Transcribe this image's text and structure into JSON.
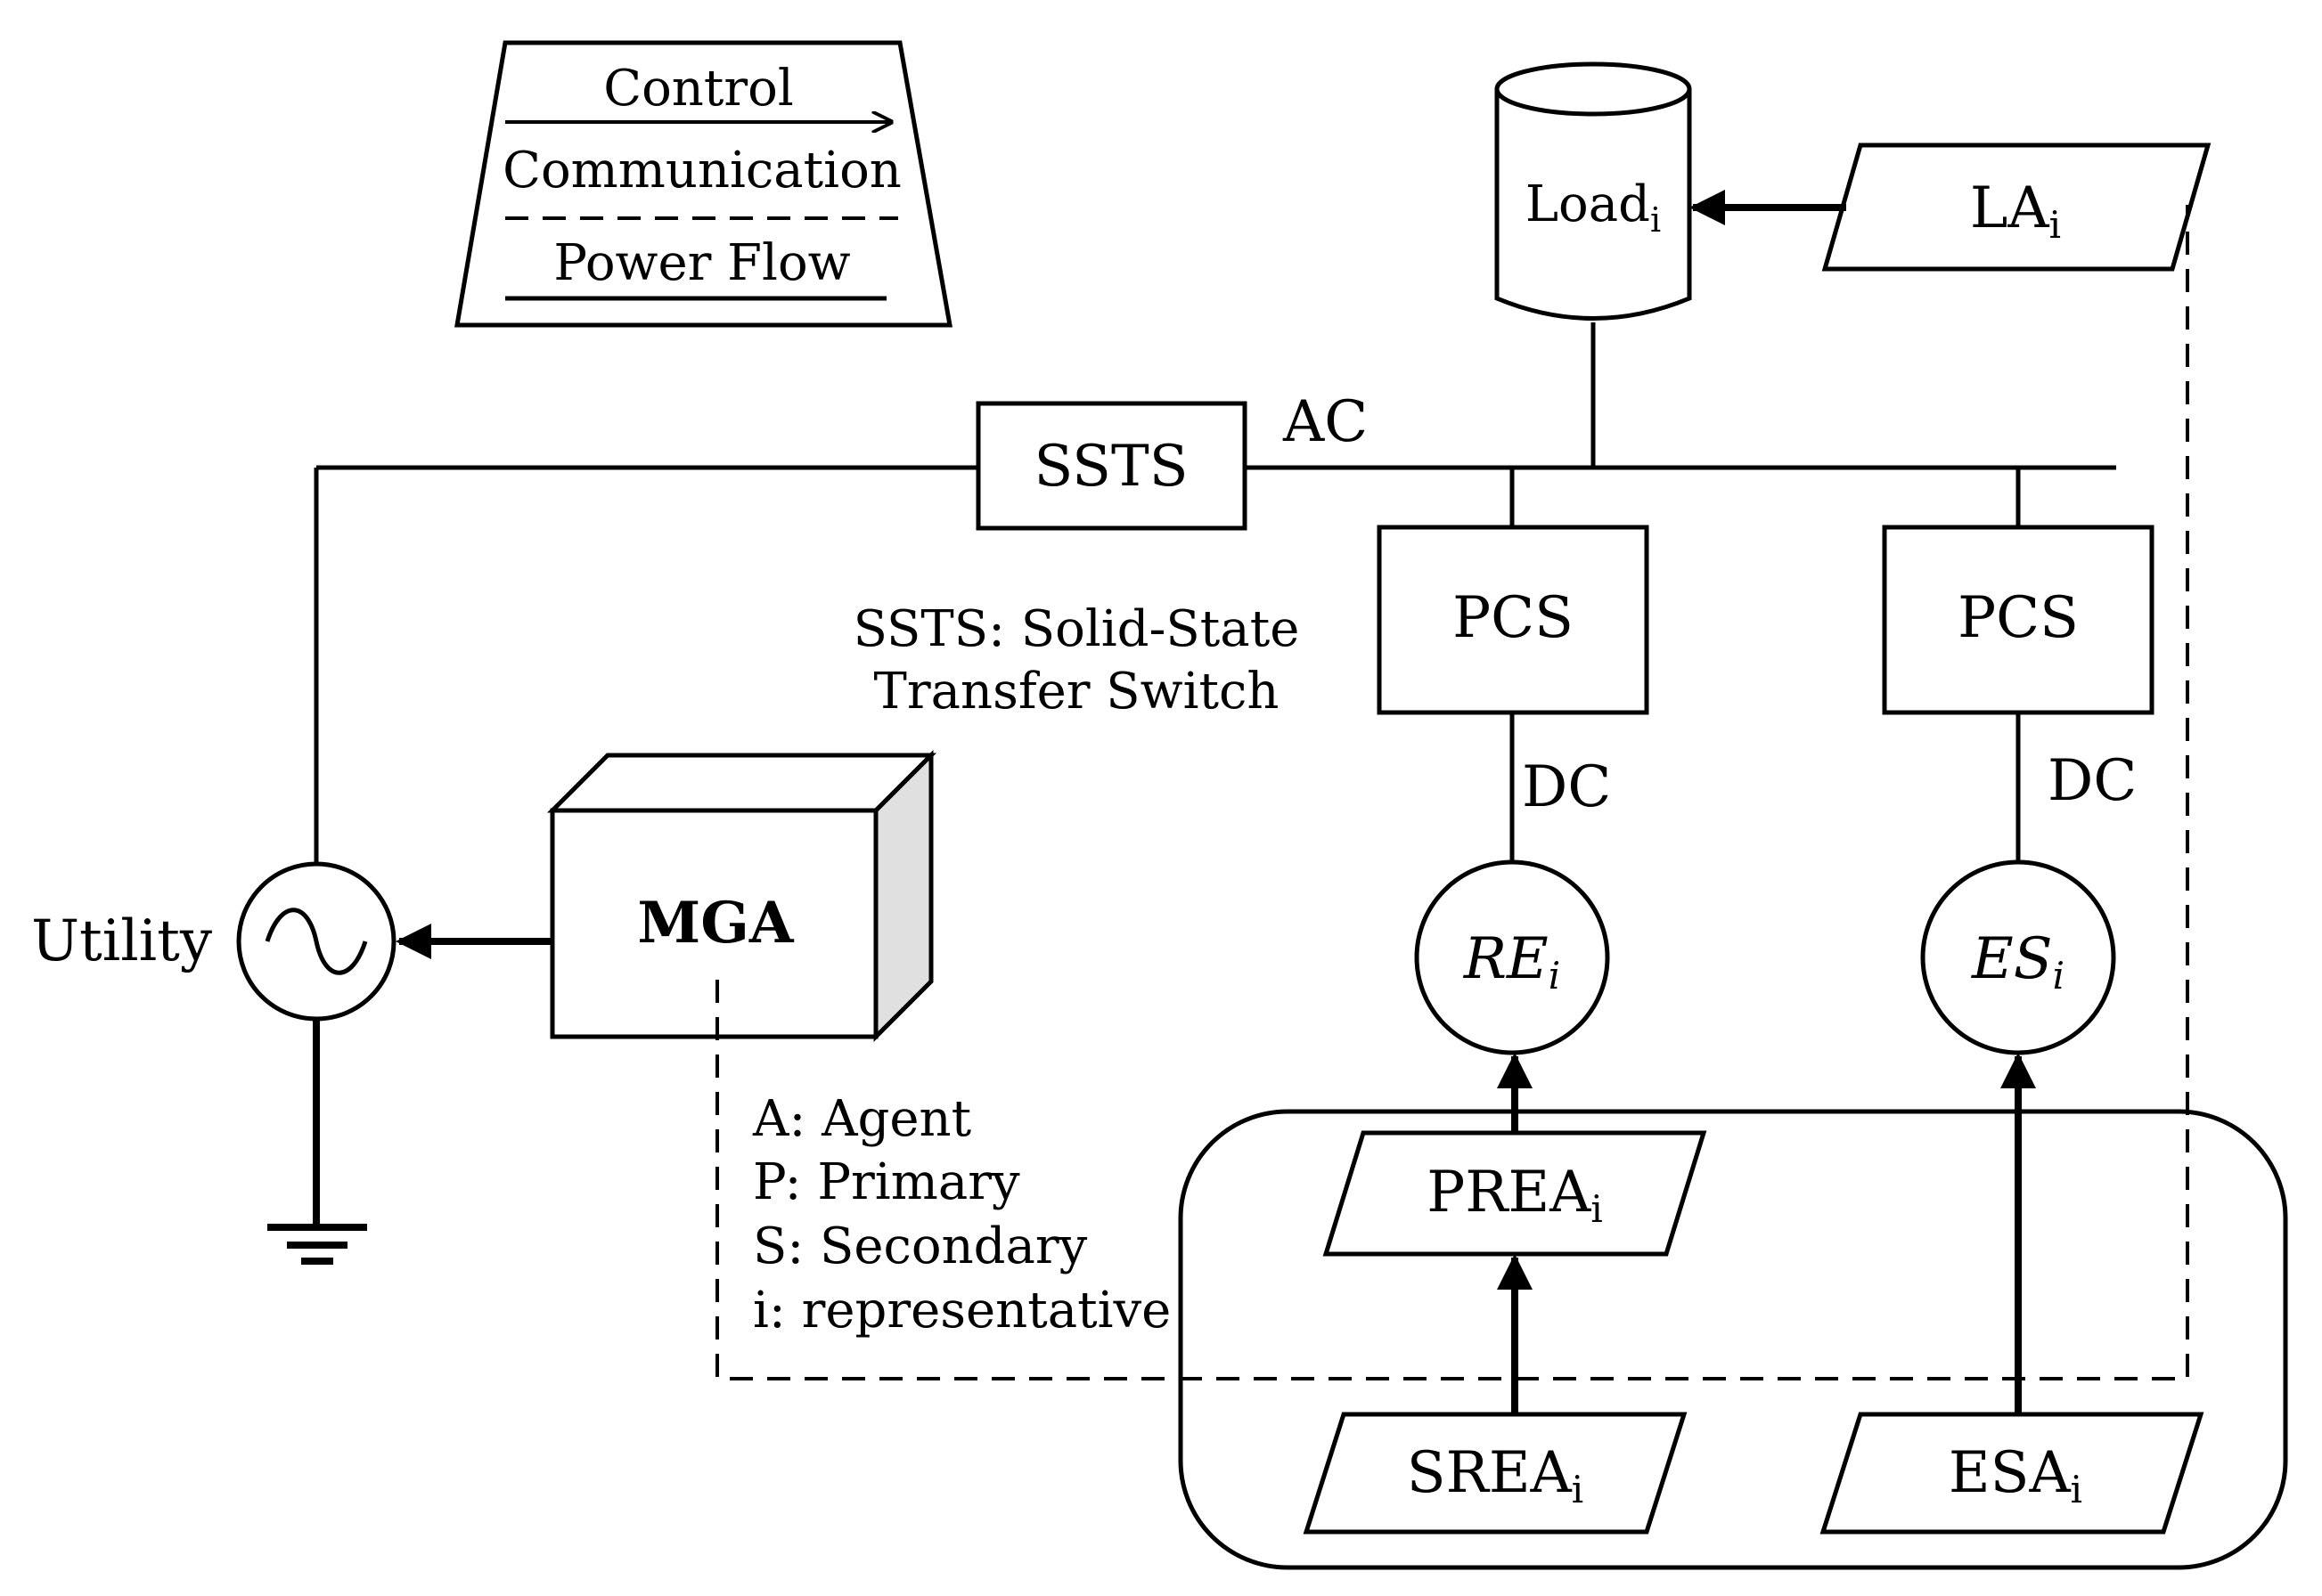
{
  "legend": {
    "control": "Control",
    "communication": "Communication",
    "power_flow": "Power Flow"
  },
  "load": {
    "name": "Load",
    "sub": "i"
  },
  "la": {
    "name": "LA",
    "sub": "i"
  },
  "bus_label": "AC",
  "ssts": {
    "label": "SSTS",
    "note_line1": "SSTS: Solid-State",
    "note_line2": "Transfer Switch"
  },
  "pcs_left": "PCS",
  "pcs_right": "PCS",
  "dc_left": "DC",
  "dc_right": "DC",
  "re": {
    "name": "RE",
    "sub": "i"
  },
  "es": {
    "name": "ES",
    "sub": "i"
  },
  "utility": "Utility",
  "mga": "MGA",
  "abbreviations": [
    "A: Agent",
    "P: Primary",
    "S: Secondary",
    "i: representative"
  ],
  "prea": {
    "name": "PREA",
    "sub": "i"
  },
  "srea": {
    "name": "SREA",
    "sub": "i"
  },
  "esa": {
    "name": "ESA",
    "sub": "i"
  },
  "icons": {
    "utility_source": "ac-sine-source-icon",
    "ground": "ground-icon",
    "load": "cylinder-load-icon",
    "mga": "3d-box-icon"
  }
}
